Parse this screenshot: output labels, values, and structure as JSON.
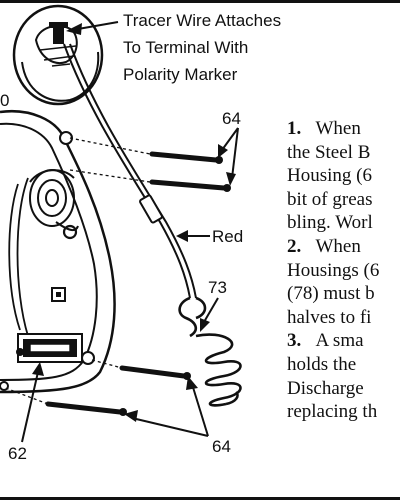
{
  "diagram": {
    "callouts": {
      "tracer_wire": [
        "Tracer Wire Attaches",
        "To Terminal With",
        "Polarity Marker"
      ],
      "screws_top": "64",
      "screws_bottom": "64",
      "red_wire": "Red",
      "cord": "73",
      "part_62": "62",
      "part_cut_top": "0",
      "colors": {
        "ink": "#111111",
        "background": "#ffffff"
      }
    },
    "steps": [
      {
        "number": "1.",
        "lines": [
          "When",
          "the Steel B",
          "Housing (6",
          "bit of greas",
          "bling. Worl"
        ]
      },
      {
        "number": "2.",
        "lines": [
          "When",
          "Housings (6",
          "(78) must b",
          "halves to fi"
        ]
      },
      {
        "number": "3.",
        "lines": [
          "A sma",
          "holds the",
          "Discharge",
          "replacing th"
        ]
      }
    ]
  }
}
